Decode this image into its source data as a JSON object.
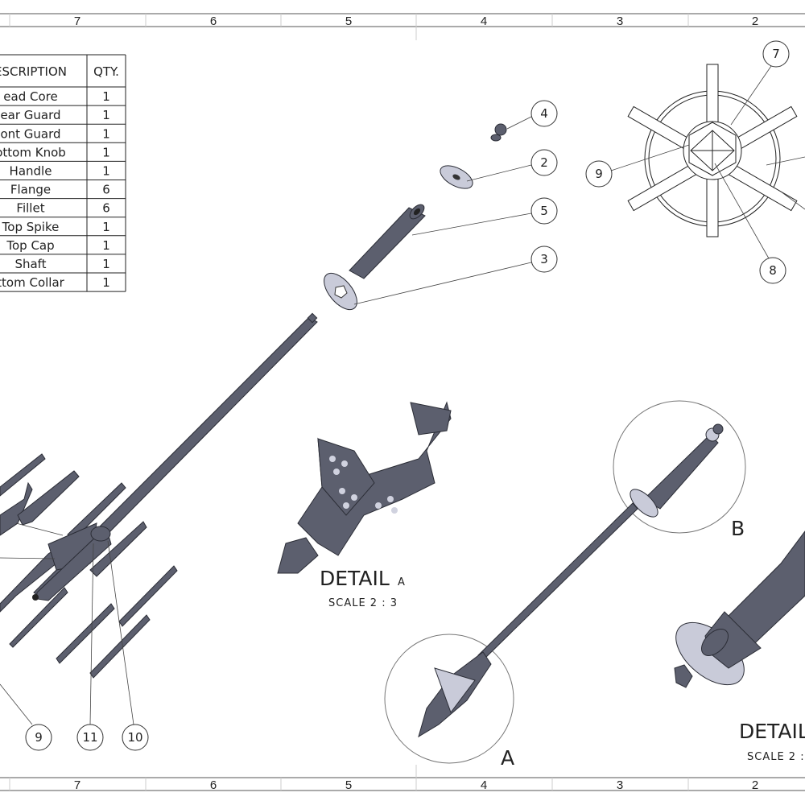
{
  "border": {
    "zones_top": [
      "7",
      "6",
      "5",
      "4",
      "3",
      "2"
    ],
    "zones_bottom": [
      "7",
      "6",
      "5",
      "4",
      "3",
      "2"
    ]
  },
  "bom": {
    "headers": {
      "description": "ESCRIPTION",
      "qty": "QTY."
    },
    "rows": [
      {
        "description": "ead Core",
        "qty": "1"
      },
      {
        "description": "ear Guard",
        "qty": "1"
      },
      {
        "description": "ont Guard",
        "qty": "1"
      },
      {
        "description": "ottom Knob",
        "qty": "1"
      },
      {
        "description": "Handle",
        "qty": "1"
      },
      {
        "description": "Flange",
        "qty": "6"
      },
      {
        "description": "Fillet",
        "qty": "6"
      },
      {
        "description": "Top Spike",
        "qty": "1"
      },
      {
        "description": "Top Cap",
        "qty": "1"
      },
      {
        "description": "Shaft",
        "qty": "1"
      },
      {
        "description": "ttom Collar",
        "qty": "1"
      }
    ]
  },
  "balloons": {
    "b4": "4",
    "b2": "2",
    "b5": "5",
    "b3": "3",
    "b7": "7",
    "b9top": "9",
    "b8": "8",
    "b9": "9",
    "b11": "11",
    "b10": "10"
  },
  "details": {
    "detail_a_title": "DETAIL",
    "detail_a_letter": "A",
    "detail_a_scale": "SCALE 2 : 3",
    "detail_b_title": "DETAIL",
    "detail_b_scale": "SCALE 2 :",
    "label_a": "A",
    "label_b": "B"
  }
}
